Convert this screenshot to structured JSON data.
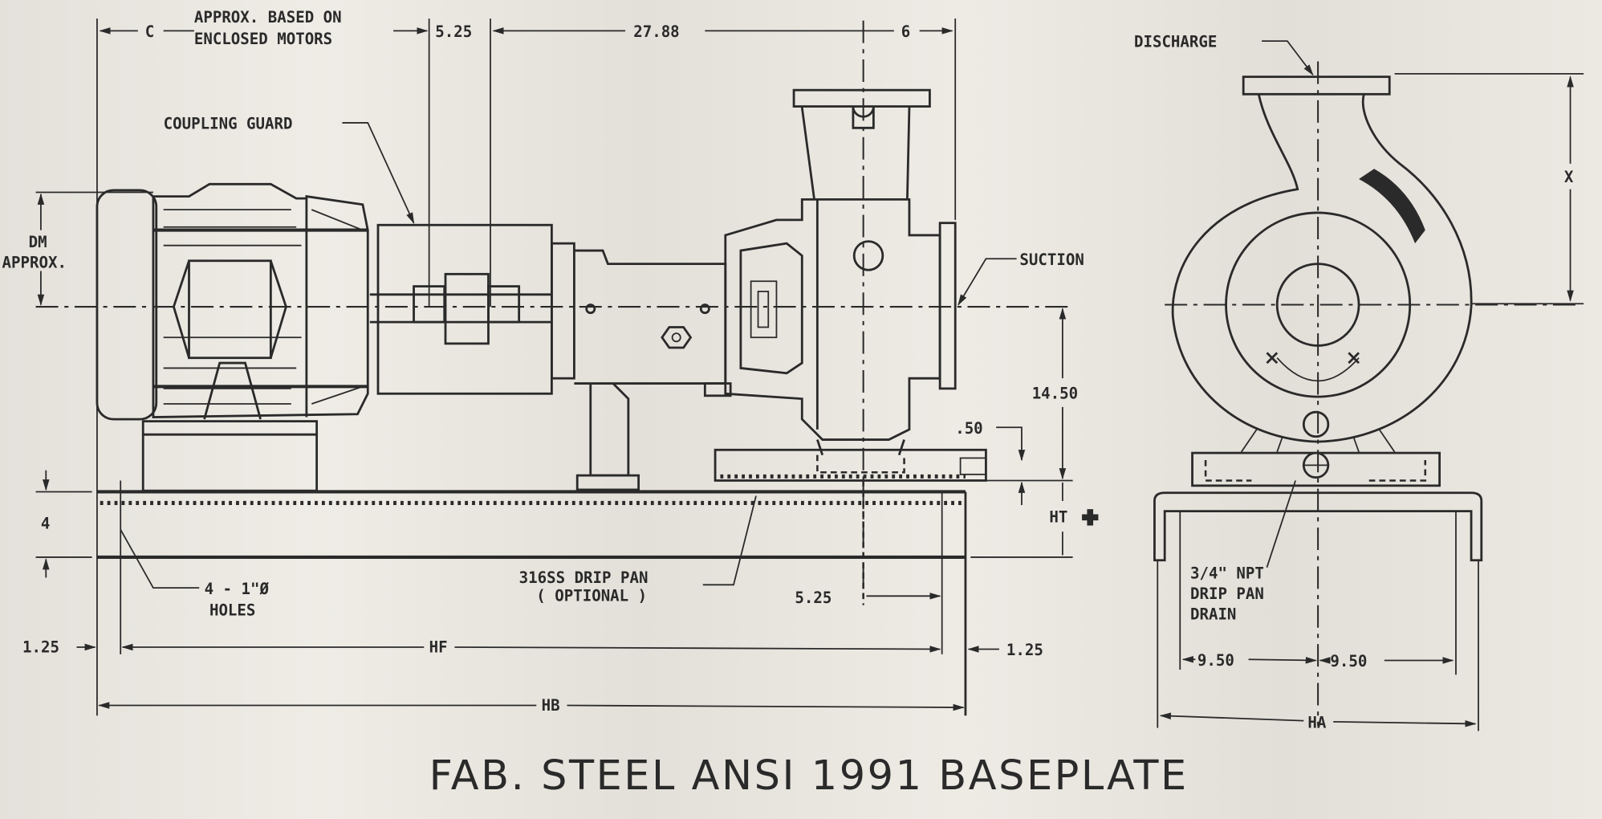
{
  "title": "FAB. STEEL ANSI 1991 BASEPLATE",
  "side_view": {
    "dim_c": "C",
    "note_line1": "APPROX. BASED ON",
    "note_line2": "ENCLOSED MOTORS",
    "dim_coupling": "5.25",
    "dim_shaft": "27.88",
    "dim_suction_offset": "6",
    "coupling_guard": "COUPLING GUARD",
    "dm_line1": "DM",
    "dm_line2": "APPROX.",
    "suction": "SUCTION",
    "dim_height": "14.50",
    "dim_pan": ".50",
    "ht": "HT",
    "dim_base_thickness": "4",
    "holes_line1": "4 - 1\"Ø",
    "holes_line2": "HOLES",
    "drip_pan_line1": "316SS DRIP PAN",
    "drip_pan_line2": "( OPTIONAL )",
    "dim_bolt_offset": "5.25",
    "dim_left_edge": "1.25",
    "hf": "HF",
    "dim_right_edge": "1.25",
    "hb": "HB"
  },
  "end_view": {
    "discharge": "DISCHARGE",
    "x": "X",
    "drain_line1": "3/4\" NPT",
    "drain_line2": "DRIP PAN",
    "drain_line3": "DRAIN",
    "dim_left": "9.50",
    "dim_right": "9.50",
    "ha": "HA"
  }
}
